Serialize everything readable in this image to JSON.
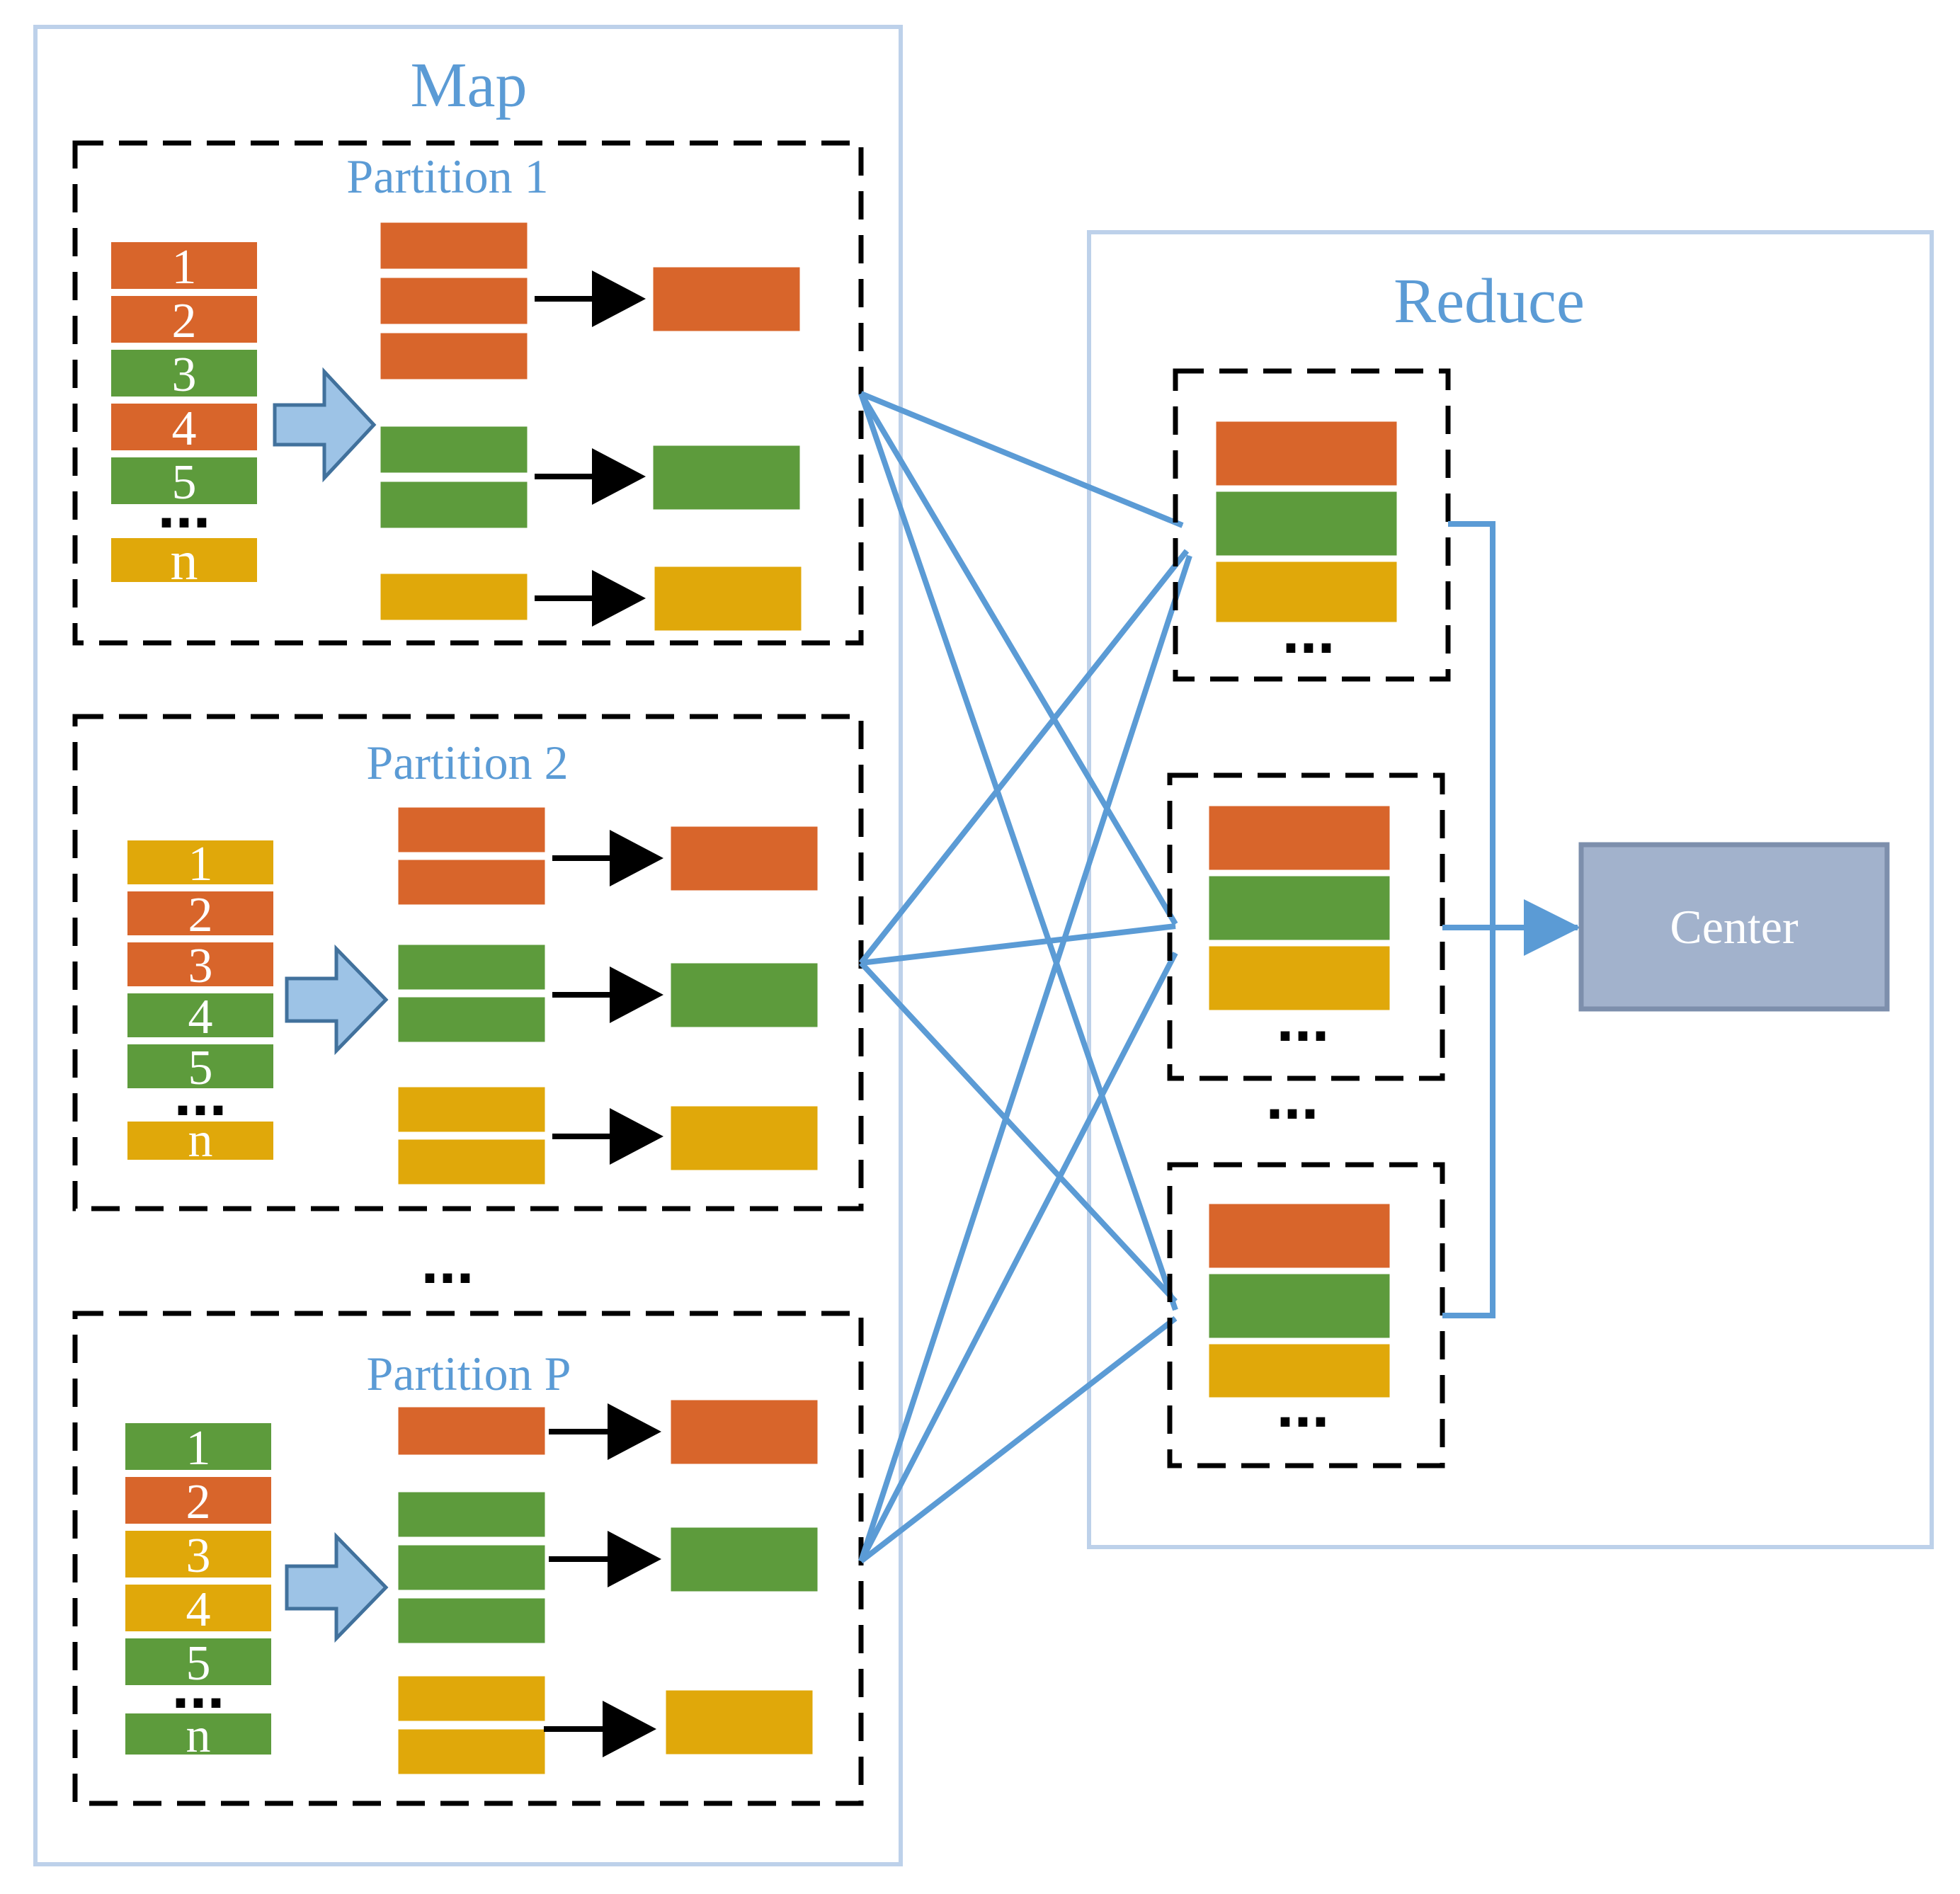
{
  "colors": {
    "orange": "#d8652b",
    "green": "#5d9b3c",
    "yellow": "#e0a80a",
    "flow_blue": "#5b9bd5",
    "center_fill": "#a2b2cc",
    "center_border": "#7d8fac",
    "stage_border": "#bdd1ea"
  },
  "map": {
    "title": "Map",
    "partitions": [
      {
        "title": "Partition 1",
        "items": [
          {
            "label": "1",
            "color": "orange"
          },
          {
            "label": "2",
            "color": "orange"
          },
          {
            "label": "3",
            "color": "green"
          },
          {
            "label": "4",
            "color": "orange"
          },
          {
            "label": "5",
            "color": "green"
          },
          {
            "label": "n",
            "color": "yellow"
          }
        ],
        "items_ellipsis": "...",
        "groups": [
          {
            "color": "orange",
            "count": 3
          },
          {
            "color": "green",
            "count": 2
          },
          {
            "color": "yellow",
            "count": 1
          }
        ]
      },
      {
        "title": "Partition 2",
        "items": [
          {
            "label": "1",
            "color": "yellow"
          },
          {
            "label": "2",
            "color": "orange"
          },
          {
            "label": "3",
            "color": "orange"
          },
          {
            "label": "4",
            "color": "green"
          },
          {
            "label": "5",
            "color": "green"
          },
          {
            "label": "n",
            "color": "yellow"
          }
        ],
        "items_ellipsis": "...",
        "groups": [
          {
            "color": "orange",
            "count": 2
          },
          {
            "color": "green",
            "count": 2
          },
          {
            "color": "yellow",
            "count": 2
          }
        ]
      },
      {
        "title": "Partition P",
        "items": [
          {
            "label": "1",
            "color": "green"
          },
          {
            "label": "2",
            "color": "orange"
          },
          {
            "label": "3",
            "color": "yellow"
          },
          {
            "label": "4",
            "color": "yellow"
          },
          {
            "label": "5",
            "color": "green"
          },
          {
            "label": "n",
            "color": "green"
          }
        ],
        "items_ellipsis": "...",
        "groups": [
          {
            "color": "orange",
            "count": 1
          },
          {
            "color": "green",
            "count": 3
          },
          {
            "color": "yellow",
            "count": 2
          }
        ]
      }
    ],
    "between_partitions_ellipsis": "..."
  },
  "reduce": {
    "title": "Reduce",
    "reducers": [
      {
        "colors": [
          "orange",
          "green",
          "yellow"
        ],
        "ellipsis": "..."
      },
      {
        "colors": [
          "orange",
          "green",
          "yellow"
        ],
        "ellipsis": "..."
      },
      {
        "colors": [
          "orange",
          "green",
          "yellow"
        ],
        "ellipsis": "..."
      }
    ],
    "between_reducers_ellipsis": "..."
  },
  "center": {
    "label": "Center"
  }
}
